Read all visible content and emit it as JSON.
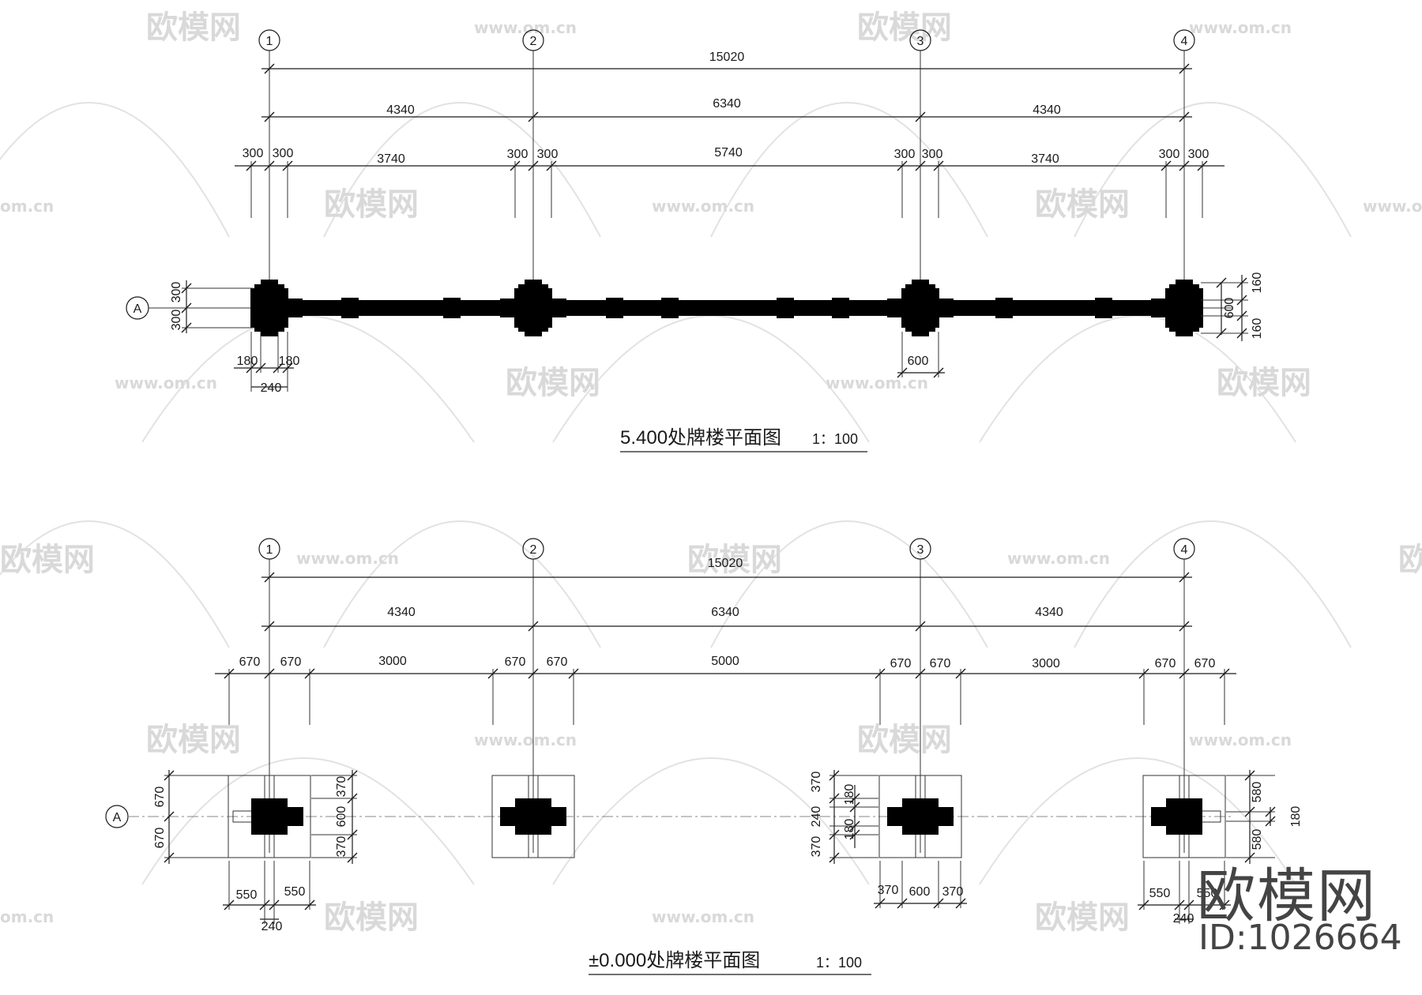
{
  "watermark": {
    "brand": "欧模网",
    "url": "www.om.cn",
    "url_partial": "om.cn",
    "id": "ID:1026664"
  },
  "plan_top": {
    "title": "5.400处牌楼平面图",
    "scale": "1：100",
    "axes": [
      "1",
      "2",
      "3",
      "4"
    ],
    "row": "A",
    "dim_total": "15020",
    "dim_bays": [
      "4340",
      "6340",
      "4340"
    ],
    "dim_detail": [
      "300",
      "300",
      "3740",
      "300",
      "300",
      "5740",
      "300",
      "300",
      "3740",
      "300",
      "300"
    ],
    "dim_left": [
      "300",
      "300"
    ],
    "dim_right": [
      "160",
      "600",
      "160"
    ],
    "dim_bottom_left": [
      "180",
      "180",
      "240"
    ],
    "dim_bottom_col3": "600"
  },
  "plan_bottom": {
    "title": "±0.000处牌楼平面图",
    "scale": "1：100",
    "axes": [
      "1",
      "2",
      "3",
      "4"
    ],
    "row": "A",
    "dim_total": "15020",
    "dim_bays": [
      "4340",
      "6340",
      "4340"
    ],
    "dim_detail": [
      "670",
      "670",
      "3000",
      "670",
      "670",
      "5000",
      "670",
      "670",
      "3000",
      "670",
      "670"
    ],
    "dim_left": [
      "670",
      "670"
    ],
    "dim_col1_right": [
      "370",
      "600",
      "370"
    ],
    "dim_col3_left": [
      "370",
      "240",
      "370",
      "180",
      "180"
    ],
    "dim_col4_right": [
      "580",
      "180",
      "580"
    ],
    "dim_col1_bottom": [
      "550",
      "550",
      "240"
    ],
    "dim_col3_bottom": [
      "370",
      "600",
      "370"
    ],
    "dim_col4_bottom": [
      "550",
      "550",
      "240"
    ]
  }
}
